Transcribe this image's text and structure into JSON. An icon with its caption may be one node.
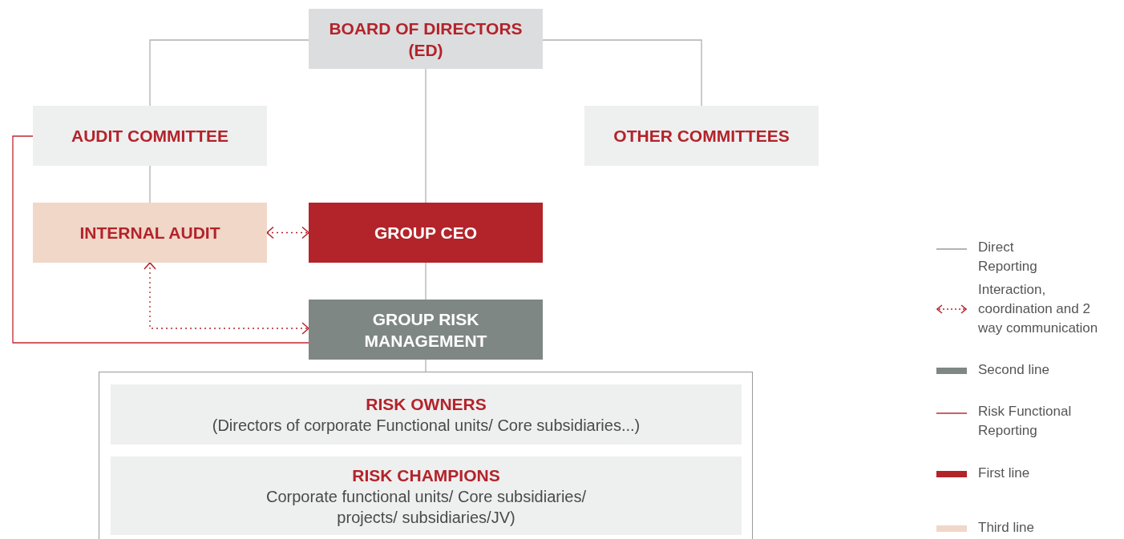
{
  "diagram": {
    "nodes": [
      {
        "text": [
          "BOARD OF DIRECTORS (ED)"
        ]
      },
      {
        "text": [
          "AUDIT COMMITTEE"
        ]
      },
      {
        "text": [
          "OTHER COMMITTEES"
        ]
      },
      {
        "text": [
          "INTERNAL AUDIT"
        ]
      },
      {
        "text": [
          "GROUP CEO"
        ]
      },
      {
        "text": [
          "GROUP RISK MANAGEMENT"
        ]
      },
      {
        "text": [],
        "shape": "box"
      },
      {
        "text": [
          "RISK OWNERS",
          "(Directors of corporate Functional units/ Core subsidiaries...)"
        ],
        "in": 6
      },
      {
        "text": [
          "RISK CHAMPIONS",
          "Corporate functional units/ Core subsidiaries/ projects/ subsidiaries/JV)"
        ],
        "in": 6
      }
    ],
    "edges": [
      {
        "from": 0,
        "to": 1,
        "arrow": "none"
      },
      {
        "from": 0,
        "to": 2,
        "arrow": "none"
      },
      {
        "from": 0,
        "to": 4,
        "arrow": "none"
      },
      {
        "from": 1,
        "to": 3,
        "arrow": "none"
      },
      {
        "from": 3,
        "to": 4,
        "arrow": "both",
        "style": "dashed",
        "color": "#b3232a"
      },
      {
        "from": 3,
        "to": 5,
        "arrow": "both",
        "style": "dashed",
        "color": "#b3232a"
      },
      {
        "from": 1,
        "to": 5,
        "arrow": "none",
        "color": "#c0282e"
      },
      {
        "from": 4,
        "to": 5,
        "arrow": "none"
      },
      {
        "from": 5,
        "to": 6,
        "arrow": "none"
      }
    ],
    "legend": [
      {
        "text": "Direct Reporting"
      },
      {
        "text": "Interaction, coordination and 2 way communication"
      },
      {
        "text": "Second line",
        "color": "#7f8785"
      },
      {
        "text": "Risk Functional Reporting"
      },
      {
        "text": "First line",
        "color": "#b3232a"
      },
      {
        "text": "Third line",
        "color": "#f0d7c8"
      }
    ]
  }
}
